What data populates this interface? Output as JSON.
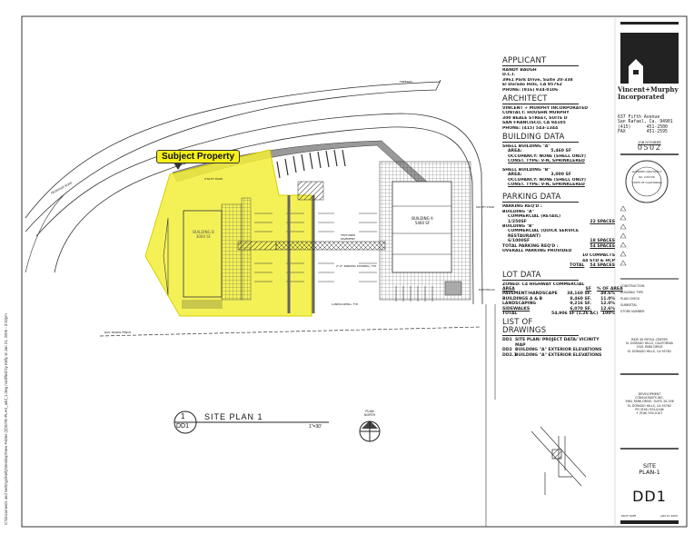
{
  "callout": {
    "label": "Subject Property",
    "color": "#f5ef1a"
  },
  "plan": {
    "building_a": {
      "name": "BUILDING A",
      "area": "5460 SF"
    },
    "building_b": {
      "name": "BUILDING B",
      "area": "3000 SF"
    },
    "labels": {
      "utility": "UTILITY EASE.",
      "textured": "TEXTURED PAVEMENT",
      "parking_stripe": "2\"-6\" PARKING STRIPING, TYP.",
      "landscaping": "LANDSCAPING, TYP.",
      "south_stair": "SOUTH STAIR",
      "electrical": "ELECTRICAL",
      "rail_fence": "RAIL TRAINS FENCE",
      "frontage": "FRONTAGE ROAD",
      "freeway": "FREEWAY"
    },
    "title": {
      "number": "1",
      "sheet": "DD1",
      "name": "SITE PLAN 1",
      "scale": "1\"=30'"
    },
    "north": {
      "label1": "PLAN",
      "label2": "NORTH"
    }
  },
  "notes": {
    "applicant": {
      "heading": "APPLICANT",
      "lines": [
        "RANDY BAUGH",
        "D.C.I.",
        "3961 Park Drive, Suite 20-338",
        "El Dorado Hills, CA 95762",
        "PHONE: (916) 934-0106"
      ]
    },
    "architect": {
      "heading": "ARCHITECT",
      "lines": [
        "VINCENT + MURPHY INCORPORATED",
        "CONTACT: HOUSHN MURPHY",
        "300 BEALE STREET, SUITE D",
        "SAN FRANCISCO, CA 94105",
        "PHONE: (415) 543-1344"
      ]
    },
    "building_data": {
      "heading": "BUILDING DATA",
      "a": {
        "title": "SHELL BUILDING \"A\"",
        "area_label": "AREA:",
        "area": "5,460 SF",
        "occ": "OCCUPANCY: NONE (SHELL ONLY)",
        "const": "CONST. TYPE: V-N, SPRINKLERED"
      },
      "b": {
        "title": "SHELL BUILDING \"B\"",
        "area_label": "AREA:",
        "area": "3,000 SF",
        "occ": "OCCUPANCY: NONE (SHELL ONLY)",
        "const": "CONST. TYPE: V-N, SPRINKLERED"
      }
    },
    "parking": {
      "heading": "PARKING DATA",
      "req": "PARKING REQ'D :",
      "a_title": "BUILDING \"A\"",
      "a_use": "COMMERCIAL (RETAIL)",
      "a_ratio": "1/250SF",
      "a_spaces": "22 SPACES",
      "b_title": "BUILDING \"B\"",
      "b_use": "COMMERCIAL (QUICK SERVICE RESTAURANT)",
      "b_ratio": "6/1000SF",
      "b_spaces": "18 SPACES",
      "total_req_label": "TOTAL PARKING REQ'D :",
      "total_req": "54 SPACES",
      "provided_label": "OVERALL PARKING PROVIDED",
      "compacts": "10 COMPACTS",
      "std": "44 STD & HCP",
      "total_label": "TOTAL",
      "total": "54 SPACES"
    },
    "lot": {
      "heading": "LOT DATA",
      "zoned": "ZONED: C4 HIGHWAY COMMERCIAL",
      "cols": [
        "AREA",
        "SF",
        "% OF AREA"
      ],
      "rows": [
        [
          "PAVEMENT/HARDSCAPE",
          "38,160 SF.",
          "49.6%"
        ],
        [
          "BUILDINGS A & B",
          "8,460 SF.",
          "11.0%"
        ],
        [
          "LANDSCAPING",
          "9,216 SF.",
          "12.0%"
        ],
        [
          "SIDEWALKS",
          "6,070 SF.",
          "12.6%"
        ],
        [
          "TOTAL",
          "54,906 SF (1.26 AC)",
          "100%"
        ]
      ]
    },
    "drawings": {
      "heading": "LIST OF DRAWINGS",
      "rows": [
        [
          "DD1",
          "SITE PLAN/ PROJECT DATA/ VICINITY MAP"
        ],
        [
          "DD2",
          "BUILDING \"A\" EXTERIOR ELEVATIONS"
        ],
        [
          "DD2.1",
          "BUILDING \"A\" EXTERIOR ELEVATIONS"
        ]
      ]
    }
  },
  "title_block": {
    "firm": "Vincent+Murphy",
    "firm2": "Incorporated",
    "address": [
      "637 Fifth Avenue",
      "San Rafael, Ca. 94901",
      "(415)      451-2500",
      "FAX        451-2595"
    ],
    "job_label": "JOB NUMBER",
    "job": "0502",
    "seal": [
      "LICENSED ARCHITECT",
      "STATE OF CALIFORNIA",
      "No. C20726"
    ],
    "info_labels": [
      "CONSTRUCTION",
      "BUILDING TYPE",
      "PLAN CHECK",
      "SUBMITTAL",
      "STORE NUMBER"
    ],
    "project": [
      "RIDE 50 RETAIL CENTER",
      "EL DORADO HILLS, CALIFORNIA",
      "3301 PARK DRIVE",
      "EL DORADO HILLS, CA 95762"
    ],
    "developer": [
      "DEVELOPMENT",
      "CONSULTANTS INC.",
      "3961 PARK DRIVE, SUITE 20-338",
      "EL DORADO HILLS, CA 95762",
      "PH (916) 934-0106",
      "F (916) 934-0107"
    ],
    "sheet_title1": "SITE",
    "sheet_title2": "PLAN-1",
    "sheet_number": "DD1",
    "date_label": "PLOT DATE",
    "date": "JAN 21 2005"
  },
  "file_path": "C:\\Documents and Settings\\Kelly\\Desktop\\New Folder (3)\\SITE-PLAN_add_1.dwg modified by Kelly at Jan 21, 2005 - 3:32pm"
}
